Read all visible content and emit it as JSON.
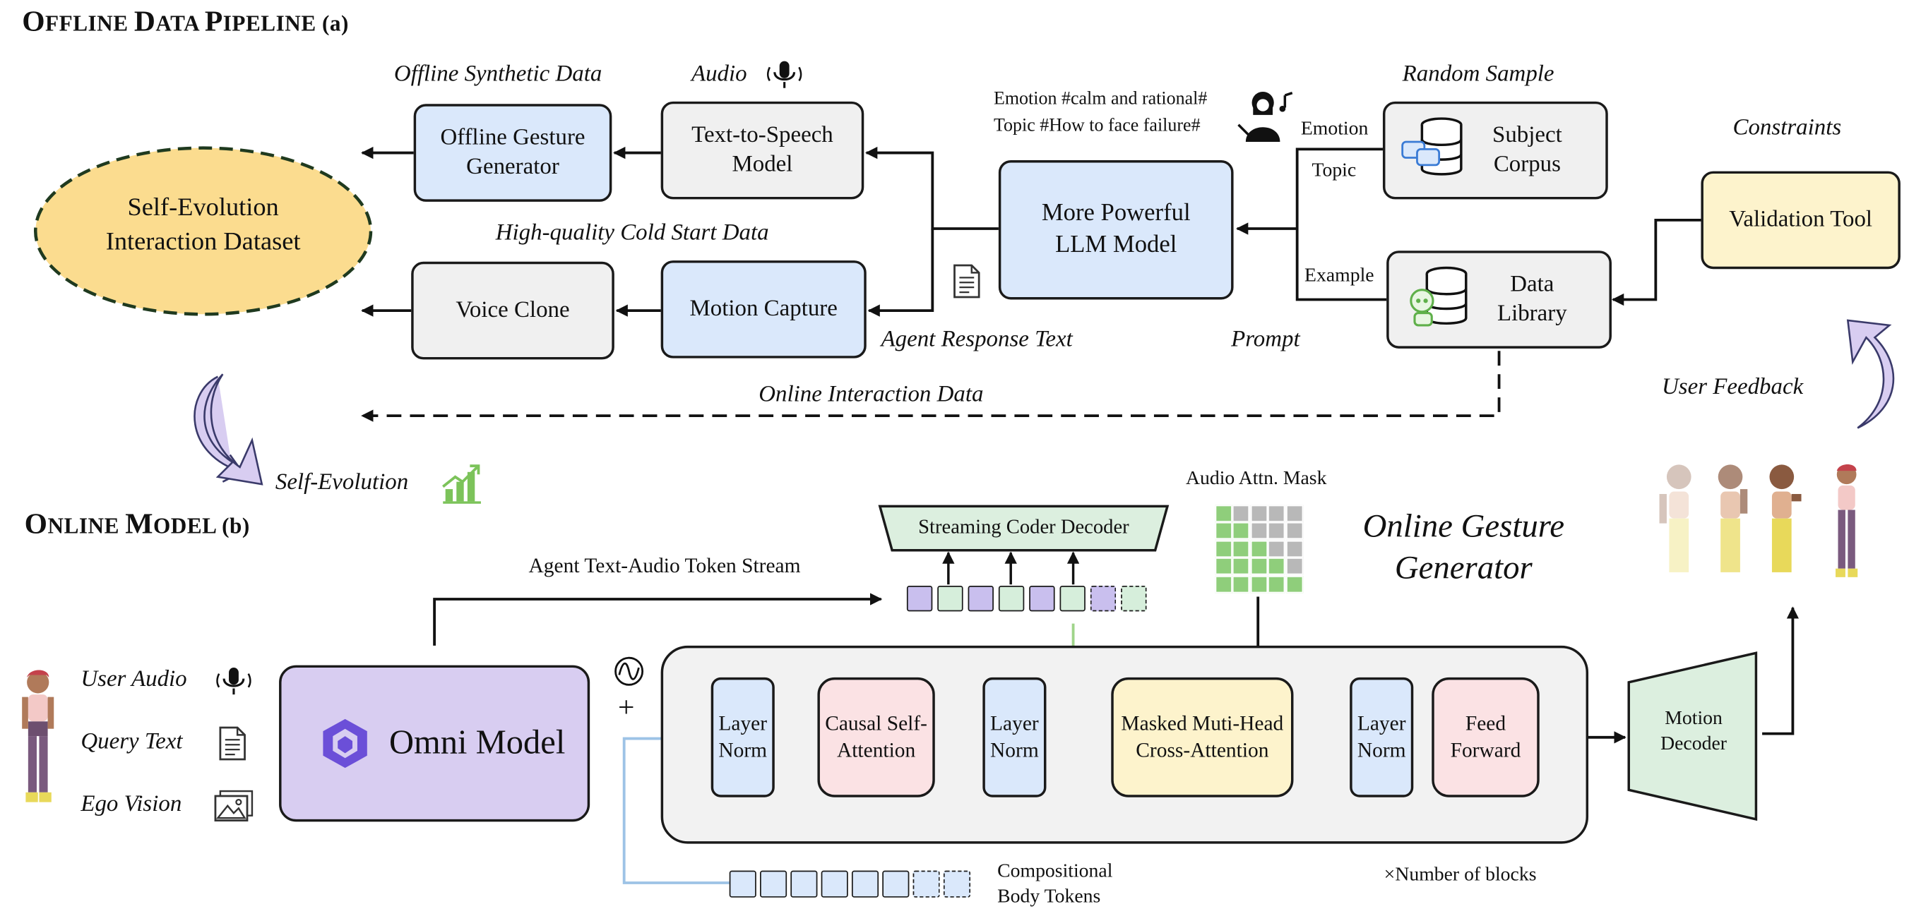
{
  "sections": {
    "offline": {
      "head_big": "O",
      "head_rest": "FFLINE ",
      "head_big2": "D",
      "head_rest2": "ATA ",
      "head_big3": "P",
      "head_rest3": "IPELINE (a)"
    },
    "online": {
      "head_big": "O",
      "head_rest": "NLINE ",
      "head_big2": "M",
      "head_rest2": "ODEL (b)"
    }
  },
  "offline": {
    "dataset": "Self-Evolution Interaction Dataset",
    "offline_synthetic_label": "Offline Synthetic Data",
    "offline_gesture_generator": "Offline Gesture Generator",
    "audio_label": "Audio",
    "tts_model": "Text-to-Speech Model",
    "cold_start_label": "High-quality Cold Start Data",
    "voice_clone": "Voice Clone",
    "motion_capture": "Motion Capture",
    "agent_response_text": "Agent Response Text",
    "emotion_line": "Emotion #calm and rational#",
    "topic_line": "Topic #How to face failure#",
    "llm_model": "More Powerful LLM Model",
    "random_sample_label": "Random Sample",
    "emotion_tag": "Emotion",
    "topic_tag": "Topic",
    "subject_corpus": "Subject Corpus",
    "example_tag": "Example",
    "data_library": "Data Library",
    "prompt_label": "Prompt",
    "constraints_label": "Constraints",
    "validation_tool": "Validation Tool",
    "user_feedback_label": "User Feedback",
    "online_interaction_label": "Online Interaction Data",
    "self_evolution_label": "Self-Evolution"
  },
  "online": {
    "inputs": [
      {
        "label": "User Audio",
        "icon": "microphone-icon"
      },
      {
        "label": "Query Text",
        "icon": "document-icon"
      },
      {
        "label": "Ego Vision",
        "icon": "image-icon"
      }
    ],
    "omni_model": "Omni Model",
    "token_stream_label": "Agent Text-Audio Token Stream",
    "streaming_decoder": "Streaming Coder Decoder",
    "audio_mask_label": "Audio Attn. Mask",
    "online_gesture_generator": "Online Gesture Generator",
    "layer_norm": "Layer Norm",
    "causal_attention": "Causal Self-Attention",
    "cross_attention": "Masked Muti-Head Cross-Attention",
    "feed_forward": "Feed Forward",
    "motion_decoder": "Motion Decoder",
    "body_tokens_label": "Compositional Body Tokens",
    "num_blocks_label": "×Number of blocks",
    "plus_sign": "+"
  },
  "colors": {
    "blue_fill": "#dae8fb",
    "grey_fill": "#f0f0f0",
    "yellow_fill": "#fdf3cc",
    "pink_fill": "#fbe2e4",
    "lavender_fill": "#d8cdf1",
    "green_fill": "#dcefdf",
    "mask_green": "#8fce7b",
    "mask_grey": "#b8b8b8",
    "dataset_fill": "#fbdc8f",
    "arrow_blue": "#9dc3e6",
    "arrow_green": "#9fd48a",
    "token_purple": "#c9bfee",
    "token_green": "#d6eedb"
  }
}
